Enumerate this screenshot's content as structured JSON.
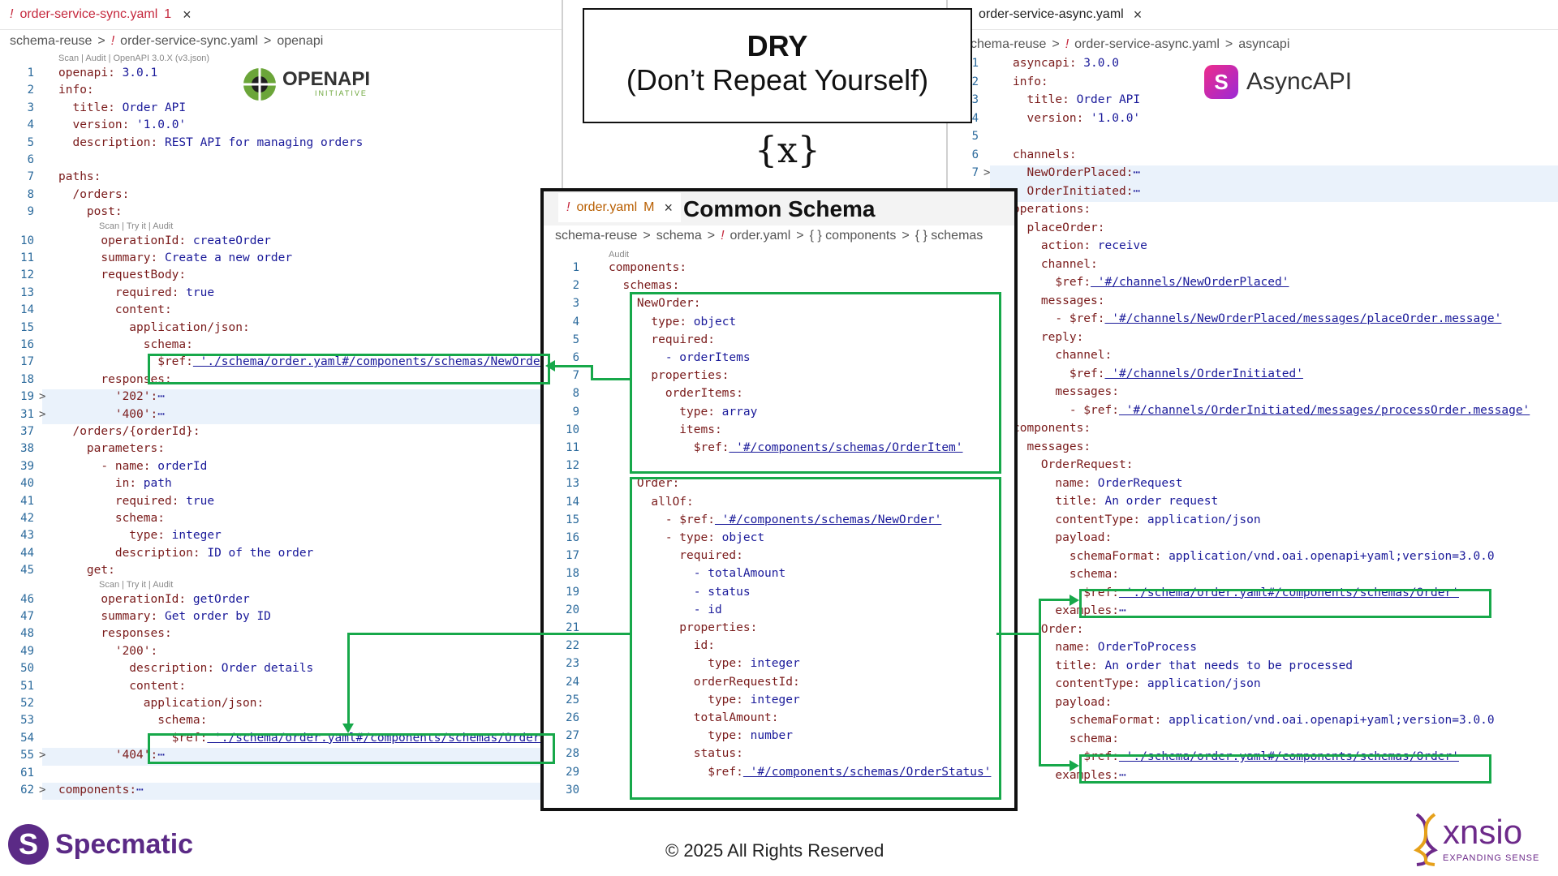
{
  "title": {
    "line1": "DRY",
    "line2": "(Don’t Repeat Yourself)"
  },
  "center_icon": "{x}",
  "common_schema_label": "Common Schema",
  "footer": {
    "copyright": "© 2025 All Rights Reserved",
    "brand_left": "Specmatic",
    "brand_right": "xnsio",
    "brand_right_tagline": "EXPANDING SENSE"
  },
  "left": {
    "tab": {
      "bang": "!",
      "label": "order-service-sync.yaml",
      "badge": "1",
      "close": "×"
    },
    "breadcrumb": [
      "schema-reuse",
      ">",
      "!",
      "order-service-sync.yaml",
      ">",
      "openapi"
    ],
    "logo": {
      "text": "OPENAPI",
      "sub": "INITIATIVE"
    },
    "annotations": [
      {
        "id": "a1",
        "text": "Scan | Audit | OpenAPI 3.0.X (v3.json)"
      },
      {
        "id": "a2",
        "text": "Scan | Try it | Audit"
      },
      {
        "id": "a3",
        "text": "Scan | Try it | Audit"
      }
    ],
    "lines": [
      {
        "n": "1",
        "k": "openapi",
        "v": " 3.0.1"
      },
      {
        "n": "2",
        "k": "info",
        "v": ""
      },
      {
        "n": "3",
        "k": "  title",
        "v": " Order API"
      },
      {
        "n": "4",
        "k": "  version",
        "v": " '1.0.0'"
      },
      {
        "n": "5",
        "k": "  description",
        "v": " REST API for managing orders"
      },
      {
        "n": "6",
        "k": "",
        "v": ""
      },
      {
        "n": "7",
        "k": "paths",
        "v": ""
      },
      {
        "n": "8",
        "k": "  /orders",
        "v": ""
      },
      {
        "n": "9",
        "k": "    post",
        "v": ""
      },
      {
        "n": "10",
        "k": "      operationId",
        "v": " createOrder"
      },
      {
        "n": "11",
        "k": "      summary",
        "v": " Create a new order"
      },
      {
        "n": "12",
        "k": "      requestBody",
        "v": ""
      },
      {
        "n": "13",
        "k": "        required",
        "v": " true"
      },
      {
        "n": "14",
        "k": "        content",
        "v": ""
      },
      {
        "n": "15",
        "k": "          application/json",
        "v": ""
      },
      {
        "n": "16",
        "k": "            schema",
        "v": ""
      },
      {
        "n": "17",
        "k": "              $ref",
        "v": " './schema/order.yaml#/components/schemas/NewOrder'"
      },
      {
        "n": "18",
        "k": "      responses",
        "v": ""
      },
      {
        "n": "19",
        "k": "        '202'",
        "v": "⋯",
        "fold": true
      },
      {
        "n": "31",
        "k": "        '400'",
        "v": "⋯",
        "fold": true
      },
      {
        "n": "37",
        "k": "  /orders/{orderId}",
        "v": ""
      },
      {
        "n": "38",
        "k": "    parameters",
        "v": ""
      },
      {
        "n": "39",
        "k": "      - name",
        "v": " orderId"
      },
      {
        "n": "40",
        "k": "        in",
        "v": " path"
      },
      {
        "n": "41",
        "k": "        required",
        "v": " true"
      },
      {
        "n": "42",
        "k": "        schema",
        "v": ""
      },
      {
        "n": "43",
        "k": "          type",
        "v": " integer"
      },
      {
        "n": "44",
        "k": "        description",
        "v": " ID of the order"
      },
      {
        "n": "45",
        "k": "    get",
        "v": ""
      },
      {
        "n": "46",
        "k": "      operationId",
        "v": " getOrder"
      },
      {
        "n": "47",
        "k": "      summary",
        "v": " Get order by ID"
      },
      {
        "n": "48",
        "k": "      responses",
        "v": ""
      },
      {
        "n": "49",
        "k": "        '200'",
        "v": ""
      },
      {
        "n": "50",
        "k": "          description",
        "v": " Order details"
      },
      {
        "n": "51",
        "k": "          content",
        "v": ""
      },
      {
        "n": "52",
        "k": "            application/json",
        "v": ""
      },
      {
        "n": "53",
        "k": "              schema",
        "v": ""
      },
      {
        "n": "54",
        "k": "                $ref",
        "v": " './schema/order.yaml#/components/schemas/Order'"
      },
      {
        "n": "55",
        "k": "        '404'",
        "v": "⋯",
        "fold": true
      },
      {
        "n": "61",
        "k": "",
        "v": ""
      },
      {
        "n": "62",
        "k": "components",
        "v": "⋯",
        "fold": true
      }
    ]
  },
  "middle": {
    "tab": {
      "bang": "!",
      "label": "order.yaml",
      "badge": "M",
      "close": "×"
    },
    "breadcrumb": [
      "schema-reuse",
      ">",
      "schema",
      ">",
      "!",
      "order.yaml",
      ">",
      "{ } components",
      ">",
      "{ } schemas"
    ],
    "annotation": "Audit",
    "lines": [
      {
        "n": "1",
        "k": "components",
        "v": ""
      },
      {
        "n": "2",
        "k": "  schemas",
        "v": ""
      },
      {
        "n": "3",
        "k": "    NewOrder",
        "v": ""
      },
      {
        "n": "4",
        "k": "      type",
        "v": " object"
      },
      {
        "n": "5",
        "k": "      required",
        "v": ""
      },
      {
        "n": "6",
        "k": "        - orderItems",
        "v": "",
        "plain": true
      },
      {
        "n": "7",
        "k": "      properties",
        "v": ""
      },
      {
        "n": "8",
        "k": "        orderItems",
        "v": ""
      },
      {
        "n": "9",
        "k": "          type",
        "v": " array"
      },
      {
        "n": "10",
        "k": "          items",
        "v": ""
      },
      {
        "n": "11",
        "k": "            $ref",
        "v": " '#/components/schemas/OrderItem'"
      },
      {
        "n": "12",
        "k": "",
        "v": ""
      },
      {
        "n": "13",
        "k": "    Order",
        "v": ""
      },
      {
        "n": "14",
        "k": "      allOf",
        "v": ""
      },
      {
        "n": "15",
        "k": "        - $ref",
        "v": " '#/components/schemas/NewOrder'"
      },
      {
        "n": "16",
        "k": "        - type",
        "v": " object"
      },
      {
        "n": "17",
        "k": "          required",
        "v": ""
      },
      {
        "n": "18",
        "k": "            - totalAmount",
        "v": "",
        "plain": true
      },
      {
        "n": "19",
        "k": "            - status",
        "v": "",
        "plain": true
      },
      {
        "n": "20",
        "k": "            - id",
        "v": "",
        "plain": true
      },
      {
        "n": "21",
        "k": "          properties",
        "v": ""
      },
      {
        "n": "22",
        "k": "            id",
        "v": ""
      },
      {
        "n": "23",
        "k": "              type",
        "v": " integer"
      },
      {
        "n": "24",
        "k": "            orderRequestId",
        "v": ""
      },
      {
        "n": "25",
        "k": "              type",
        "v": " integer"
      },
      {
        "n": "26",
        "k": "            totalAmount",
        "v": ""
      },
      {
        "n": "27",
        "k": "              type",
        "v": " number"
      },
      {
        "n": "28",
        "k": "            status",
        "v": ""
      },
      {
        "n": "29",
        "k": "              $ref",
        "v": " '#/components/schemas/OrderStatus'"
      },
      {
        "n": "30",
        "k": "",
        "v": ""
      }
    ]
  },
  "right": {
    "tab": {
      "label": "order-service-async.yaml",
      "close": "×"
    },
    "breadcrumb": [
      "chema-reuse",
      ">",
      "!",
      "order-service-async.yaml",
      ">",
      "asyncapi"
    ],
    "logo": {
      "text": "AsyncAPI"
    },
    "lines": [
      {
        "n": "1",
        "k": "asyncapi",
        "v": " 3.0.0"
      },
      {
        "n": "2",
        "k": "info",
        "v": ""
      },
      {
        "n": "3",
        "k": "  title",
        "v": " Order API"
      },
      {
        "n": "4",
        "k": "  version",
        "v": " '1.0.0'"
      },
      {
        "n": "5",
        "k": "",
        "v": ""
      },
      {
        "n": "6",
        "k": "channels",
        "v": ""
      },
      {
        "n": "7",
        "k": "  NewOrderPlaced",
        "v": "⋯",
        "fold": true
      },
      {
        "n": "",
        "k": "  OrderInitiated",
        "v": "⋯"
      },
      {
        "n": "",
        "k": "operations",
        "v": ""
      },
      {
        "n": "",
        "k": "  placeOrder",
        "v": ""
      },
      {
        "n": "",
        "k": "    action",
        "v": " receive"
      },
      {
        "n": "",
        "k": "    channel",
        "v": ""
      },
      {
        "n": "",
        "k": "      $ref",
        "v": " '#/channels/NewOrderPlaced'"
      },
      {
        "n": "",
        "k": "    messages",
        "v": ""
      },
      {
        "n": "",
        "k": "      - $ref",
        "v": " '#/channels/NewOrderPlaced/messages/placeOrder.message'"
      },
      {
        "n": "",
        "k": "    reply",
        "v": ""
      },
      {
        "n": "",
        "k": "      channel",
        "v": ""
      },
      {
        "n": "",
        "k": "        $ref",
        "v": " '#/channels/OrderInitiated'"
      },
      {
        "n": "",
        "k": "      messages",
        "v": ""
      },
      {
        "n": "",
        "k": "        - $ref",
        "v": " '#/channels/OrderInitiated/messages/processOrder.message'"
      },
      {
        "n": "",
        "k": "components",
        "v": ""
      },
      {
        "n": "",
        "k": "  messages",
        "v": ""
      },
      {
        "n": "",
        "k": "    OrderRequest",
        "v": ""
      },
      {
        "n": "",
        "k": "      name",
        "v": " OrderRequest"
      },
      {
        "n": "",
        "k": "      title",
        "v": " An order request"
      },
      {
        "n": "",
        "k": "      contentType",
        "v": " application/json"
      },
      {
        "n": "",
        "k": "      payload",
        "v": ""
      },
      {
        "n": "",
        "k": "        schemaFormat",
        "v": " application/vnd.oai.openapi+yaml;version=3.0.0"
      },
      {
        "n": "",
        "k": "        schema",
        "v": ""
      },
      {
        "n": "",
        "k": "          $ref",
        "v": " './schema/order.yaml#/components/schemas/Order'"
      },
      {
        "n": "",
        "k": "      examples",
        "v": "⋯"
      },
      {
        "n": "",
        "k": "    Order",
        "v": ""
      },
      {
        "n": "",
        "k": "      name",
        "v": " OrderToProcess"
      },
      {
        "n": "",
        "k": "      title",
        "v": " An order that needs to be processed"
      },
      {
        "n": "",
        "k": "      contentType",
        "v": " application/json"
      },
      {
        "n": "",
        "k": "      payload",
        "v": ""
      },
      {
        "n": "",
        "k": "        schemaFormat",
        "v": " application/vnd.oai.openapi+yaml;version=3.0.0"
      },
      {
        "n": "",
        "k": "        schema",
        "v": ""
      },
      {
        "n": "",
        "k": "          $ref",
        "v": " './schema/order.yaml#/components/schemas/Order'"
      },
      {
        "n": "",
        "k": "      examples",
        "v": "⋯"
      }
    ]
  },
  "colors": {
    "accent_green": "#17a84a",
    "key": "#7a1b1b",
    "value": "#1a1a9a",
    "line_no": "#2b6a9c"
  }
}
